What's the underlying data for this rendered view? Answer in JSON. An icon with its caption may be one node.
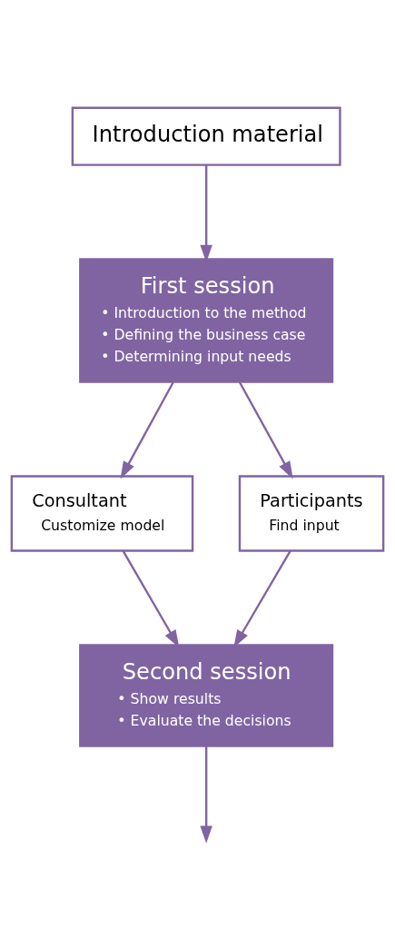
{
  "diagram": {
    "nodes": [
      {
        "text": [
          "Introduction material"
        ]
      },
      {
        "text": [
          "First session",
          "• Introduction to the method",
          "• Defining the business case",
          "• Determining input needs"
        ]
      },
      {
        "text": [
          "Consultant",
          "Customize model"
        ]
      },
      {
        "text": [
          "Participants",
          "Find input"
        ]
      },
      {
        "text": [
          "Second session",
          "• Show results",
          "• Evaluate the decisions"
        ]
      }
    ],
    "edges": [
      {
        "from": 0,
        "to": 1,
        "arrow": "to"
      },
      {
        "from": 1,
        "to": 2,
        "arrow": "to"
      },
      {
        "from": 1,
        "to": 3,
        "arrow": "to"
      },
      {
        "from": 2,
        "to": 4,
        "arrow": "to"
      },
      {
        "from": 3,
        "to": 4,
        "arrow": "to"
      },
      {
        "from": 4,
        "to": null,
        "arrow": "to"
      }
    ]
  }
}
